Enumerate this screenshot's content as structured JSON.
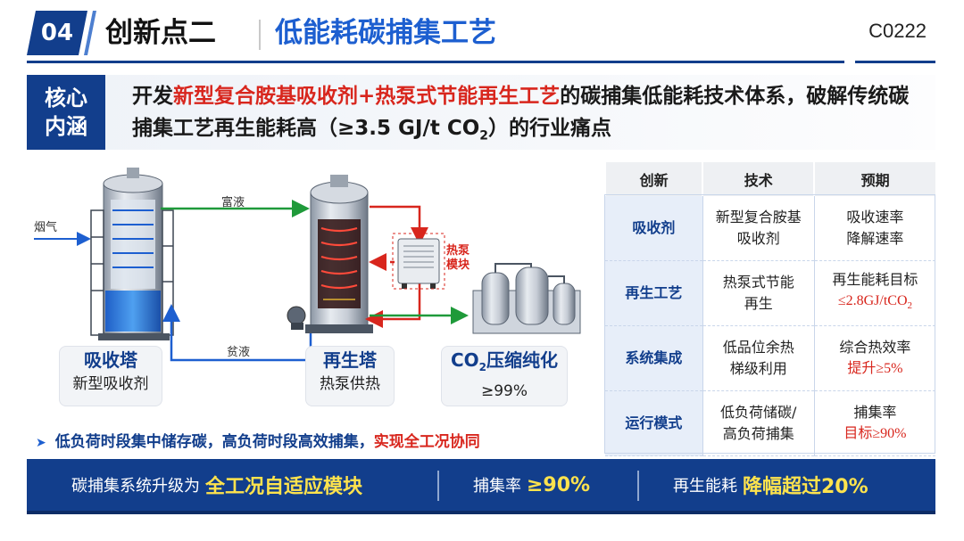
{
  "header": {
    "number": "04",
    "title": "创新点二",
    "subtitle": "低能耗碳捕集工艺",
    "code": "C0222"
  },
  "core": {
    "label_line1": "核心",
    "label_line2": "内涵",
    "text_part1": "开发",
    "text_highlight": "新型复合胺基吸收剂+热泵式节能再生工艺",
    "text_part2": "的碳捕集低能耗技术体系，破解传统碳捕集工艺再生能耗高（≥3.5 GJ/t CO",
    "text_sub": "2",
    "text_part3": "）的行业痛点"
  },
  "diagram": {
    "flue_gas": "烟气",
    "rich_liquid": "富液",
    "lean_liquid": "贫液",
    "heat_pump_line1": "热泵",
    "heat_pump_line2": "模块",
    "absorber": {
      "title": "吸收塔",
      "sub": "新型吸收剂"
    },
    "regenerator": {
      "title": "再生塔",
      "sub": "热泵供热"
    },
    "compress": {
      "title_a": "CO",
      "title_sub": "2",
      "title_b": "压缩纯化",
      "sub": "≥99%"
    }
  },
  "bullet": {
    "text": "低负荷时段集中储存碳，高负荷时段高效捕集，",
    "highlight": "实现全工况协同"
  },
  "table": {
    "headers": [
      "创新",
      "技术",
      "预期"
    ],
    "rows": [
      {
        "innovation": "吸收剂",
        "tech_1": "新型复合胺基",
        "tech_2": "吸收剂",
        "expect_1": "吸收速率",
        "expect_2": "降解速率"
      },
      {
        "innovation": "再生工艺",
        "tech_1": "热泵式节能",
        "tech_2": "再生",
        "expect_1": "再生能耗目标",
        "expect_2": "≤2.8GJ/tCO",
        "expect_2_sub": "2"
      },
      {
        "innovation": "系统集成",
        "tech_1": "低品位余热",
        "tech_2": "梯级利用",
        "expect_1": "综合热效率",
        "expect_2": "提升≥5%"
      },
      {
        "innovation": "运行模式",
        "tech_1": "低负荷储碳/",
        "tech_2": "高负荷捕集",
        "expect_1": "捕集率",
        "expect_2": "目标≥90%"
      }
    ]
  },
  "bottom_bar": {
    "seg1_text": "碳捕集系统升级为",
    "seg1_highlight": "全工况自适应模块",
    "seg2_text": "捕集率",
    "seg2_highlight": "≥90%",
    "seg3_text": "再生能耗",
    "seg3_highlight": "降幅超过20%"
  },
  "colors": {
    "primary": "#123e8c",
    "accent_blue": "#1d5fd0",
    "highlight_red": "#d8261d",
    "highlight_yellow": "#ffe34d",
    "flow_green": "#1f9a3a",
    "flow_blue": "#1d5fd0",
    "heat_red": "#d8261d"
  }
}
